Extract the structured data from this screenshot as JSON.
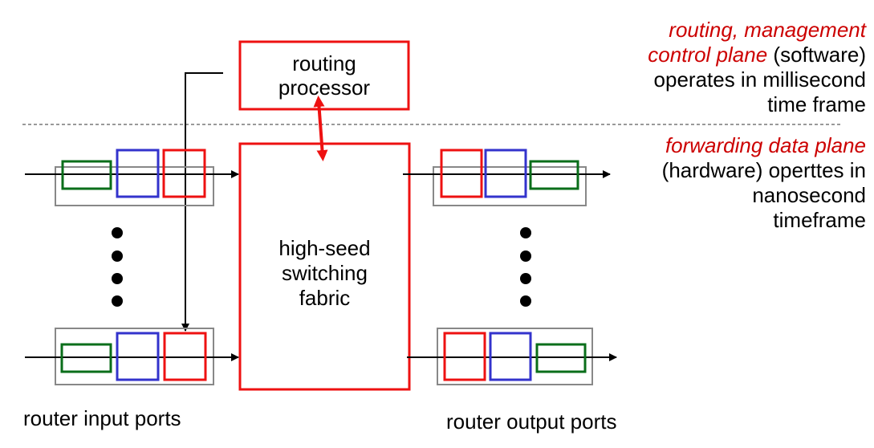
{
  "colors": {
    "red": "#ee1111",
    "green": "#0a6e1a",
    "blue": "#3333cc",
    "gray": "#888888",
    "black": "#000000",
    "annotation_red": "#cc0000"
  },
  "routing_processor": {
    "line1": "routing",
    "line2": "processor"
  },
  "switching_fabric": {
    "line1": "high-seed",
    "line2": "switching",
    "line3": "fabric"
  },
  "input_ports_label": "router input ports",
  "output_ports_label": "router output ports",
  "control_plane": {
    "title_line1": "routing, management",
    "title_line2": "control plane",
    "line2_suffix": " (software)",
    "line3": "operates in millisecond",
    "line4": "time frame"
  },
  "data_plane": {
    "title": "forwarding data plane",
    "line2": "(hardware) operttes in",
    "line3": "nanosecond",
    "line4": "timeframe"
  },
  "icons": {
    "ellipsis": "vertical-ellipsis-icon",
    "arrow": "arrow-right-icon"
  }
}
